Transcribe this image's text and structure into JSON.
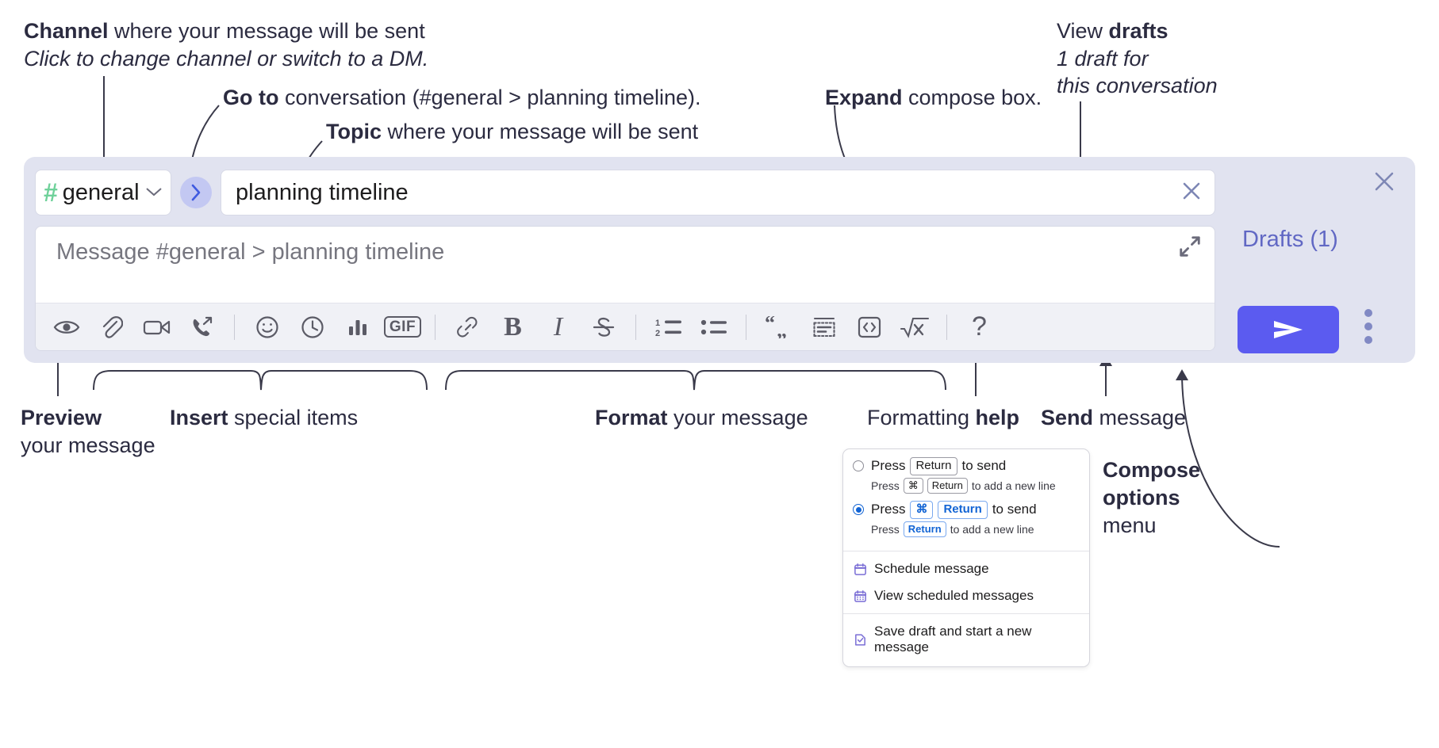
{
  "annotations": {
    "channel": {
      "line1_bold": "Channel",
      "line1_rest": " where your message will be sent",
      "line2_italic": "Click to change channel or switch to a DM."
    },
    "goto": {
      "bold": "Go to",
      "rest": " conversation (#general > planning timeline)."
    },
    "topic": {
      "bold": "Topic",
      "rest": " where your message will be sent"
    },
    "expand": {
      "bold": "Expand",
      "rest": " compose box."
    },
    "drafts": {
      "line1_rest": "View ",
      "line1_bold": "drafts",
      "line2_italic": "1 draft for",
      "line3_italic": "this conversation"
    },
    "preview": {
      "bold": "Preview",
      "line2": "your message"
    },
    "insert": {
      "bold": "Insert",
      "rest": " special items"
    },
    "format": {
      "bold": "Format",
      "rest": " your message"
    },
    "formatting_help": {
      "rest": "Formatting ",
      "bold": "help"
    },
    "send": {
      "bold": "Send",
      "rest": " message"
    },
    "compose_options": {
      "line1": "Compose",
      "line2": "options",
      "line3": "menu"
    }
  },
  "compose": {
    "channel": {
      "hash": "#",
      "name": "general",
      "chevron": "⌄"
    },
    "goto_button_glyph": "›",
    "topic": {
      "value": "planning timeline",
      "clear_glyph": "✕"
    },
    "message": {
      "placeholder": "Message #general > planning timeline"
    },
    "close_glyph": "✕",
    "drafts_label": "Drafts (1)",
    "toolbar": {
      "items": [
        {
          "name": "preview-icon",
          "kind": "svg-eye",
          "label": "Preview"
        },
        {
          "name": "attachment-icon",
          "kind": "svg-clip",
          "label": "Attach file"
        },
        {
          "name": "video-icon",
          "kind": "svg-video",
          "label": "Record video clip"
        },
        {
          "name": "audio-huddle-icon",
          "kind": "svg-phone",
          "label": "Record audio clip"
        },
        {
          "name": "separator",
          "kind": "sep",
          "label": ""
        },
        {
          "name": "emoji-icon",
          "kind": "svg-emoji",
          "label": "Emoji"
        },
        {
          "name": "reminder-clock-icon",
          "kind": "svg-clock",
          "label": "Reminder"
        },
        {
          "name": "poll-icon",
          "kind": "svg-poll",
          "label": "Poll"
        },
        {
          "name": "gif-icon",
          "kind": "gif",
          "label": "GIF"
        },
        {
          "name": "separator",
          "kind": "sep",
          "label": ""
        },
        {
          "name": "link-icon",
          "kind": "svg-link",
          "label": "Link"
        },
        {
          "name": "bold-icon",
          "kind": "bold",
          "label": "Bold"
        },
        {
          "name": "italic-icon",
          "kind": "italic",
          "label": "Italic"
        },
        {
          "name": "strikethrough-icon",
          "kind": "svg-strike",
          "label": "Strikethrough"
        },
        {
          "name": "separator",
          "kind": "sep",
          "label": ""
        },
        {
          "name": "ordered-list-icon",
          "kind": "svg-ol",
          "label": "Ordered list"
        },
        {
          "name": "bulleted-list-icon",
          "kind": "svg-ul",
          "label": "Bulleted list"
        },
        {
          "name": "separator",
          "kind": "sep",
          "label": ""
        },
        {
          "name": "blockquote-icon",
          "kind": "quote",
          "label": "Blockquote"
        },
        {
          "name": "code-block-icon",
          "kind": "svg-codeblock",
          "label": "Code block"
        },
        {
          "name": "code-icon",
          "kind": "svg-code",
          "label": "Code"
        },
        {
          "name": "math-icon",
          "kind": "math",
          "label": "Math"
        },
        {
          "name": "separator",
          "kind": "sep",
          "label": ""
        },
        {
          "name": "formatting-help-icon",
          "kind": "help",
          "label": "Formatting help"
        }
      ],
      "gif_label": "GIF",
      "bold_glyph": "B",
      "italic_glyph": "I",
      "quote_glyph": "❝",
      "math_glyph": "√x",
      "help_glyph": "?"
    },
    "send_button_glyph": "➤",
    "gif_text": "GIF"
  },
  "menu": {
    "options": [
      {
        "selected": false,
        "main_pre": "Press",
        "main_key": "Return",
        "main_post": "to send",
        "sub_pre": "Press",
        "sub_keys": [
          "⌘",
          "Return"
        ],
        "sub_post": "to add a new line",
        "highlight": false
      },
      {
        "selected": true,
        "main_pre": "Press",
        "main_key": "Return",
        "main_key_extra": "⌘",
        "main_post": "to send",
        "sub_pre": "Press",
        "sub_keys": [
          "Return"
        ],
        "sub_post": "to add a new line",
        "highlight": true
      }
    ],
    "items": [
      {
        "icon": "calendar-clock-icon",
        "label": "Schedule message"
      },
      {
        "icon": "calendar-grid-icon",
        "label": "View scheduled messages"
      },
      {
        "icon": "save-draft-icon",
        "label": "Save draft and start a new message"
      }
    ]
  },
  "colors": {
    "compose_bg": "#e1e3f0",
    "send_button": "#5b5bf0",
    "hash_green": "#6fd19a",
    "goto_circle": "#c3c8f2",
    "drafts_text": "#6168c4",
    "accent_blue": "#1264d4",
    "menu_icon": "#7b6fd6"
  }
}
